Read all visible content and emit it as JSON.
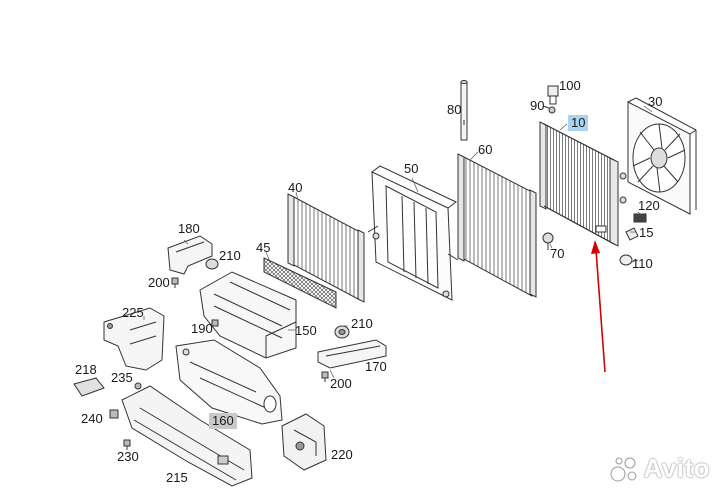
{
  "diagram": {
    "labels": {
      "l10": "10",
      "l15": "15",
      "l30": "30",
      "l40": "40",
      "l45": "45",
      "l50": "50",
      "l60": "60",
      "l70": "70",
      "l80": "80",
      "l90": "90",
      "l100": "100",
      "l110": "110",
      "l120": "120",
      "l150": "150",
      "l160": "160",
      "l170": "170",
      "l180": "180",
      "l190": "190",
      "l200a": "200",
      "l200b": "200",
      "l210a": "210",
      "l210b": "210",
      "l215": "215",
      "l218": "218",
      "l220": "220",
      "l225": "225",
      "l230": "230",
      "l235": "235",
      "l240": "240"
    },
    "highlight_blue": "#a9d3ef",
    "highlight_gray": "#c9c9c9",
    "arrow_color": "#d40000",
    "line_color": "#333333"
  },
  "watermark": {
    "text": "Avito",
    "icon": "avito-dots-icon"
  }
}
